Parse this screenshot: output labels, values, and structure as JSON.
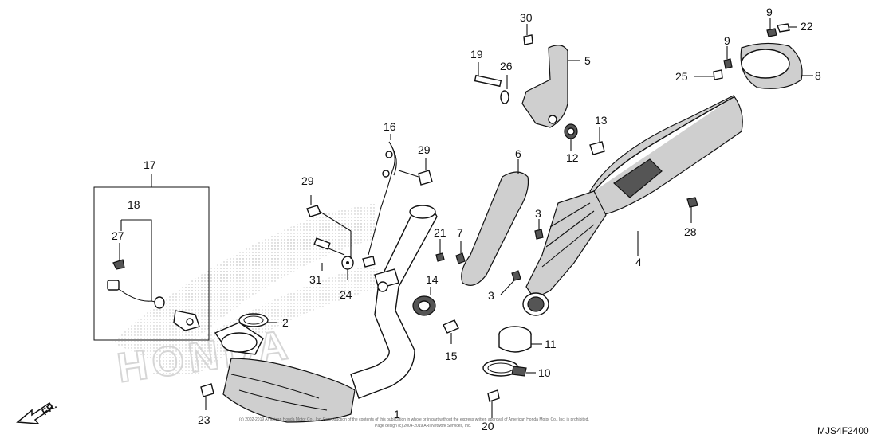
{
  "diagram": {
    "code": "MJS4F2400",
    "direction_label": "FR.",
    "footer_line1": "(c) 2002-2019 American Honda Motor Co., Inc. Reproduction of the contents of this publication in whole or in part without the express written approval of American Honda Motor Co., Inc. is prohibited.",
    "footer_line2": "Page design (c) 2004-2019 ARI Network Services, Inc.",
    "watermark": "HONDA",
    "parts": [
      {
        "id": "p1",
        "number": "1"
      },
      {
        "id": "p2",
        "number": "2"
      },
      {
        "id": "p3a",
        "number": "3"
      },
      {
        "id": "p3b",
        "number": "3"
      },
      {
        "id": "p4",
        "number": "4"
      },
      {
        "id": "p5",
        "number": "5"
      },
      {
        "id": "p6",
        "number": "6"
      },
      {
        "id": "p7",
        "number": "7"
      },
      {
        "id": "p8",
        "number": "8"
      },
      {
        "id": "p9a",
        "number": "9"
      },
      {
        "id": "p9b",
        "number": "9"
      },
      {
        "id": "p10",
        "number": "10"
      },
      {
        "id": "p11",
        "number": "11"
      },
      {
        "id": "p12",
        "number": "12"
      },
      {
        "id": "p13",
        "number": "13"
      },
      {
        "id": "p14",
        "number": "14"
      },
      {
        "id": "p15",
        "number": "15"
      },
      {
        "id": "p16",
        "number": "16"
      },
      {
        "id": "p17",
        "number": "17"
      },
      {
        "id": "p18",
        "number": "18"
      },
      {
        "id": "p19",
        "number": "19"
      },
      {
        "id": "p20",
        "number": "20"
      },
      {
        "id": "p21",
        "number": "21"
      },
      {
        "id": "p22",
        "number": "22"
      },
      {
        "id": "p23",
        "number": "23"
      },
      {
        "id": "p24",
        "number": "24"
      },
      {
        "id": "p25",
        "number": "25"
      },
      {
        "id": "p26",
        "number": "26"
      },
      {
        "id": "p27",
        "number": "27"
      },
      {
        "id": "p28",
        "number": "28"
      },
      {
        "id": "p29a",
        "number": "29"
      },
      {
        "id": "p29b",
        "number": "29"
      },
      {
        "id": "p30",
        "number": "30"
      },
      {
        "id": "p31",
        "number": "31"
      }
    ]
  }
}
